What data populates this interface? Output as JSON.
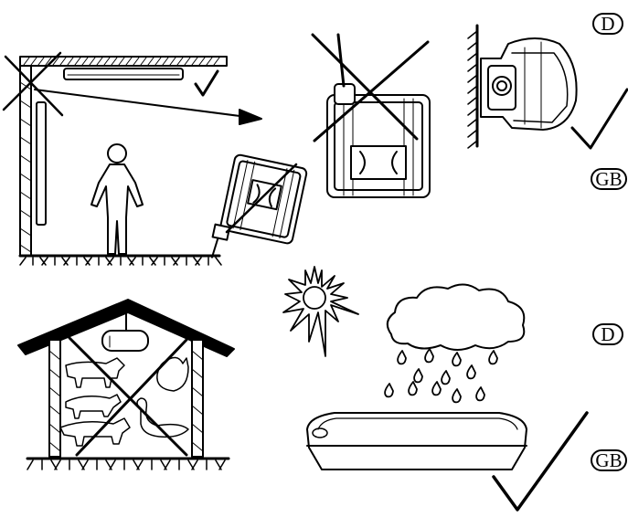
{
  "language_badges": [
    {
      "label": "D"
    },
    {
      "label": "GB"
    },
    {
      "label": "D"
    },
    {
      "label": "GB"
    }
  ],
  "colors": {
    "ink": "#000000",
    "paper": "#ffffff"
  }
}
